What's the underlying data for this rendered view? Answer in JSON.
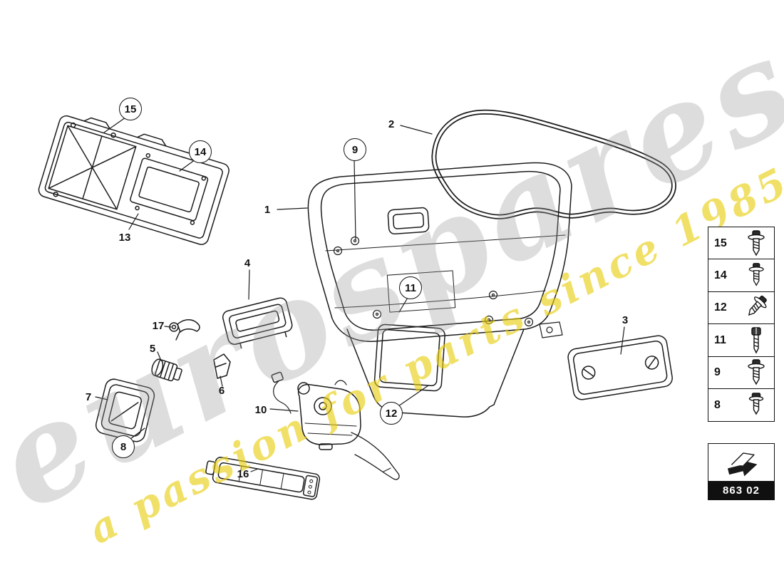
{
  "watermark": {
    "brand": "eurospares",
    "slogan": "a passion for parts since 1985"
  },
  "callouts": [
    {
      "label": "15"
    },
    {
      "label": "14"
    },
    {
      "label": "13"
    },
    {
      "label": "2"
    },
    {
      "label": "9"
    },
    {
      "label": "1"
    },
    {
      "label": "4"
    },
    {
      "label": "17"
    },
    {
      "label": "5"
    },
    {
      "label": "11"
    },
    {
      "label": "6"
    },
    {
      "label": "7"
    },
    {
      "label": "10"
    },
    {
      "label": "8"
    },
    {
      "label": "12"
    },
    {
      "label": "16"
    },
    {
      "label": "3"
    }
  ],
  "sidebar": {
    "items": [
      {
        "label": "15",
        "icon": "screw-with-washer-icon"
      },
      {
        "label": "14",
        "icon": "screw-with-washer-icon"
      },
      {
        "label": "12",
        "icon": "screw-angled-icon"
      },
      {
        "label": "11",
        "icon": "cheese-head-screw-icon"
      },
      {
        "label": "9",
        "icon": "screw-with-washer-icon"
      },
      {
        "label": "8",
        "icon": "short-bolt-icon"
      }
    ]
  },
  "part_code": {
    "label": "863 02"
  }
}
